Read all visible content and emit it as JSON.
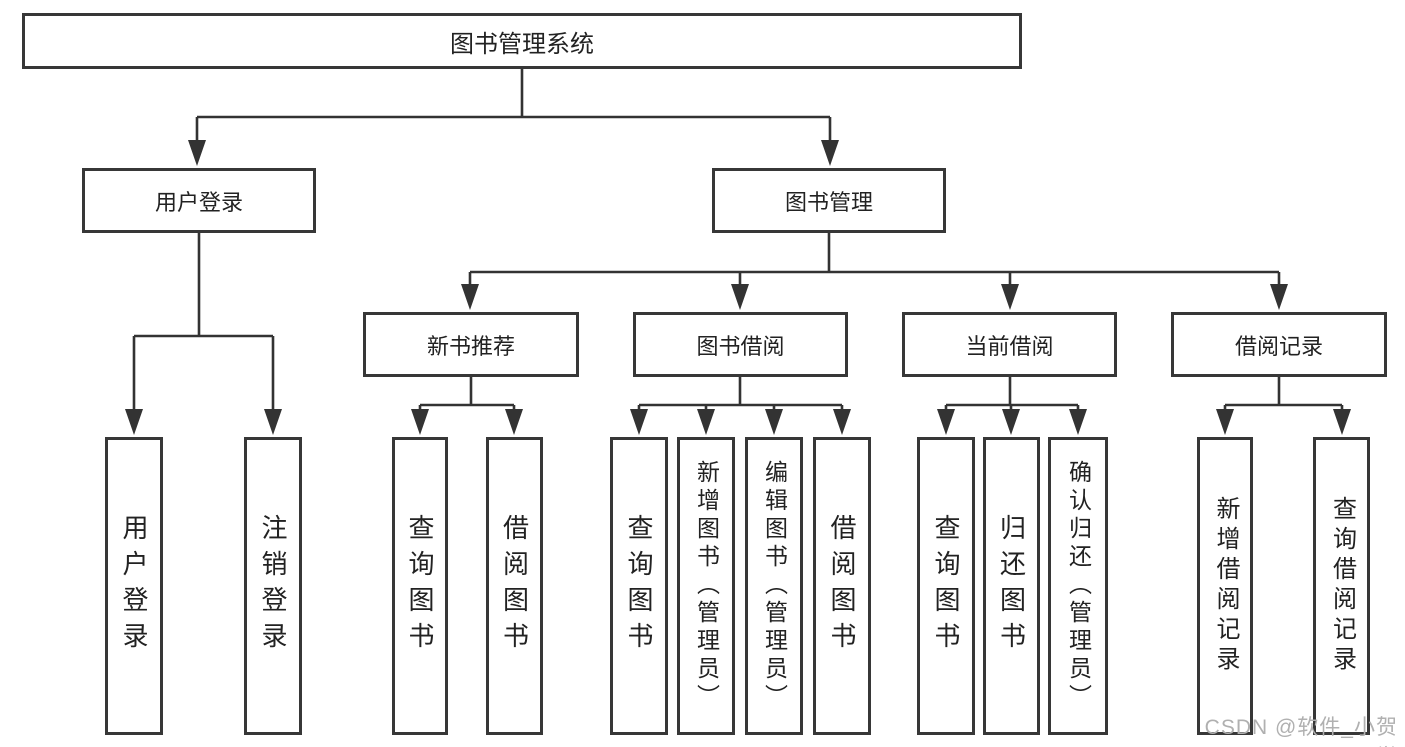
{
  "tree": {
    "label": "图书管理系统",
    "children": [
      {
        "label": "用户登录",
        "children": [
          {
            "label": "用户登录"
          },
          {
            "label": "注销登录"
          }
        ]
      },
      {
        "label": "图书管理",
        "children": [
          {
            "label": "新书推荐",
            "children": [
              {
                "label": "查询图书"
              },
              {
                "label": "借阅图书"
              }
            ]
          },
          {
            "label": "图书借阅",
            "children": [
              {
                "label": "查询图书"
              },
              {
                "label": "新增图书（管理员）"
              },
              {
                "label": "编辑图书（管理员）"
              },
              {
                "label": "借阅图书"
              }
            ]
          },
          {
            "label": "当前借阅",
            "children": [
              {
                "label": "查询图书"
              },
              {
                "label": "归还图书"
              },
              {
                "label": "确认归还（管理员）"
              }
            ]
          },
          {
            "label": "借阅记录",
            "children": [
              {
                "label": "新增借阅记录"
              },
              {
                "label": "查询借阅记录"
              }
            ]
          }
        ]
      }
    ]
  },
  "watermark": {
    "text": "CSDN @软件_小贺同学",
    "color": "#b0b0b0"
  },
  "colors": {
    "line": "#333333",
    "box_border": "#373737",
    "box_background": "#ffffff",
    "text": "#222222",
    "page_background": "#ffffff"
  }
}
